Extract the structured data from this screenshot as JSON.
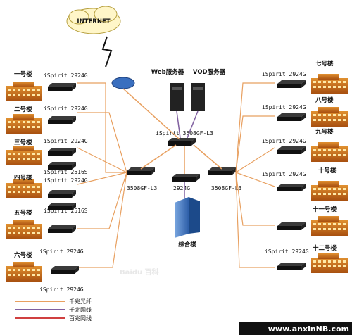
{
  "cloud": {
    "label": "INTERNET"
  },
  "servers": {
    "web": "Web服务器",
    "vod": "VOD服务器"
  },
  "core": {
    "label": "iSpirit 3508GF-L3"
  },
  "distribution": {
    "left": "3508GF-L3",
    "center": "2924G",
    "right": "3508GF-L3"
  },
  "complex": {
    "label": "综合楼"
  },
  "buildings_left": [
    {
      "name": "一号楼",
      "switch": "iSpirit 2924G"
    },
    {
      "name": "二号楼",
      "switch": "iSpirit 2924G"
    },
    {
      "name": "三号楼",
      "switch": "iSpirit 2924G"
    },
    {
      "name": "四号楼",
      "switch": "iSpirit 2924G"
    },
    {
      "name": "五号楼",
      "switch": ""
    },
    {
      "name": "六号楼",
      "switch": "iSpirit 2924G"
    }
  ],
  "extra_switch_labels": {
    "left3b": "iSpirit 2516S",
    "left4b": "iSpirit 2516S",
    "left6b": "iSpirit 2924G"
  },
  "buildings_right": [
    {
      "name": "七号楼",
      "switch": "iSpirit 2924G"
    },
    {
      "name": "八号楼",
      "switch": "iSpirit 2924G"
    },
    {
      "name": "九号楼",
      "switch": "iSpirit 2924G"
    },
    {
      "name": "十号楼",
      "switch": "iSpirit 2924G"
    },
    {
      "name": "十一号楼",
      "switch": ""
    },
    {
      "name": "十二号楼",
      "switch": "iSpirit 2924G"
    }
  ],
  "legend": [
    {
      "label": "千兆光纤",
      "color": "#e8a060"
    },
    {
      "label": "千兆网线",
      "color": "#8060a0"
    },
    {
      "label": "百兆网线",
      "color": "#d04040"
    }
  ],
  "watermark": {
    "left": "Baidu 百科",
    "right": "www.anxinNB.com"
  }
}
